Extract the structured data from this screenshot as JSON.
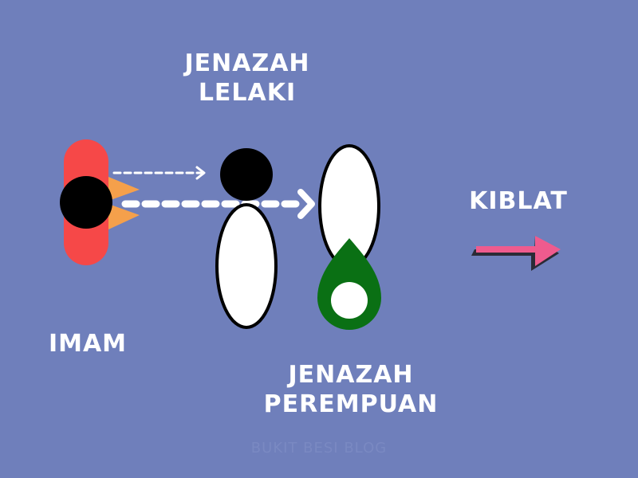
{
  "labels": {
    "jenazah_lelaki": [
      "JENAZAH",
      "LELAKI"
    ],
    "jenazah_perempuan": [
      "JENAZAH",
      "PEREMPUAN"
    ],
    "imam": "IMAM",
    "kiblat": "KIBLAT"
  },
  "watermark": "BUKIT BESI BLOG",
  "colors": {
    "background": "#6f7fbb",
    "imam_body": "#f64848",
    "imam_arrows": "#f5a04b",
    "head": "#000000",
    "body_fill": "#ffffff",
    "female_marker": "#0a7014",
    "kiblat_arrow": "#ef5b8e"
  }
}
